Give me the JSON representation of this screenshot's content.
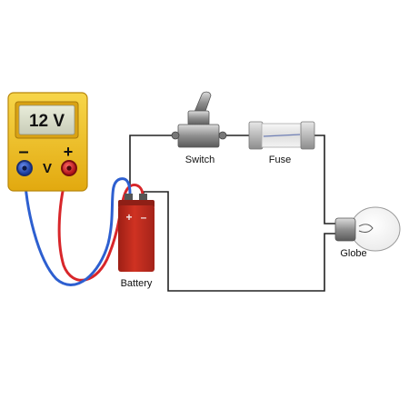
{
  "meter": {
    "reading": "12 V",
    "negative_sign": "–",
    "positive_sign": "+",
    "unit_symbol": "V"
  },
  "components": {
    "switch": "Switch",
    "fuse": "Fuse",
    "globe": "Globe",
    "battery": "Battery",
    "battery_positive": "+",
    "battery_negative": "–"
  },
  "colors": {
    "meter_body": "#f2c21b",
    "meter_probe_negative": "#2d5fd0",
    "meter_probe_positive": "#d8262a",
    "battery_body": "#c0281c",
    "wire": "#222222"
  }
}
